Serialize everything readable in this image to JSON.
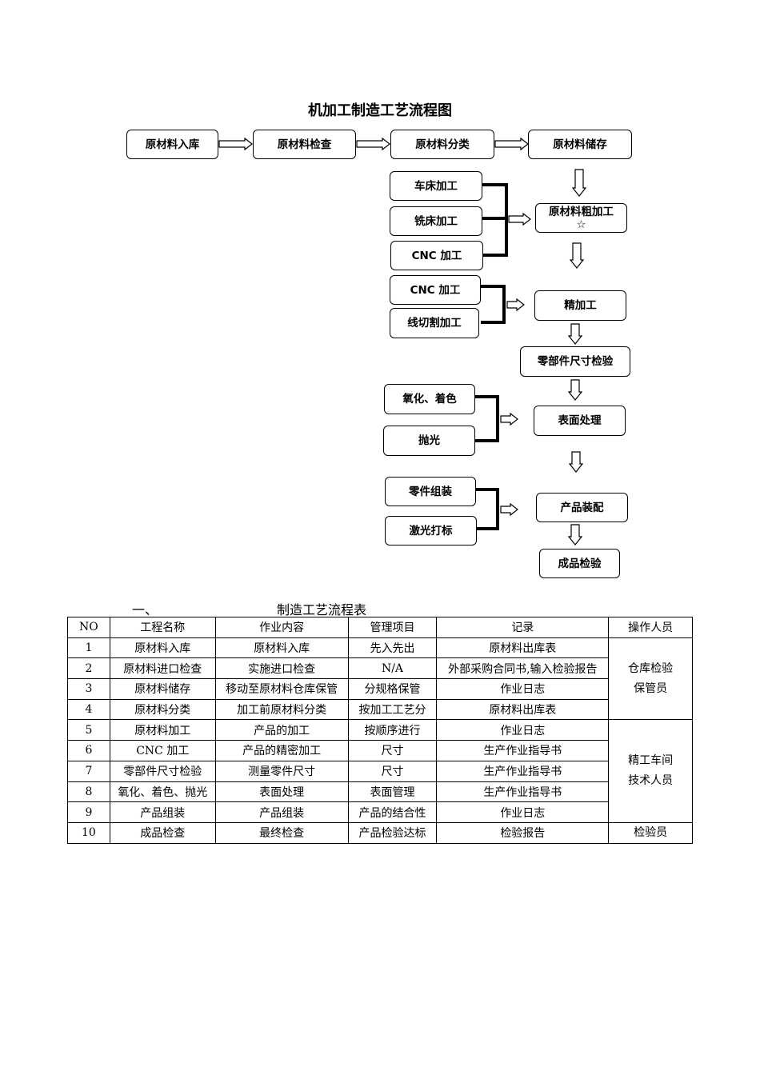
{
  "flowchart": {
    "title": "机加工制造工艺流程图",
    "row1": [
      "原材料入库",
      "原材料检查",
      "原材料分类",
      "原材料储存"
    ],
    "rough_inputs": [
      "车床加工",
      "铣床加工",
      "CNC 加工"
    ],
    "rough": "原材料粗加工",
    "rough_mark": "☆",
    "finish_inputs": [
      "CNC 加工",
      "线切割加工"
    ],
    "finish": "精加工",
    "inspect": "零部件尺寸检验",
    "surface_inputs": [
      "氧化、着色",
      "抛光"
    ],
    "surface": "表面处理",
    "assembly_inputs": [
      "零件组装",
      "激光打标"
    ],
    "assembly": "产品装配",
    "final": "成品检验"
  },
  "section": {
    "number": "一、",
    "title": "制造工艺流程表"
  },
  "table": {
    "headers": [
      "NO",
      "工程名称",
      "作业内容",
      "管理项目",
      "记录",
      "操作人员"
    ],
    "rows": [
      [
        "1",
        "原材料入库",
        "原材料入库",
        "先入先出",
        "原材料出库表"
      ],
      [
        "2",
        "原材料进口检查",
        "实施进口检查",
        "N/A",
        "外部采购合同书,输入检验报告"
      ],
      [
        "3",
        "原材料储存",
        "移动至原材料仓库保管",
        "分规格保管",
        "作业日志"
      ],
      [
        "4",
        "原材料分类",
        "加工前原材料分类",
        "按加工工艺分",
        "原材料出库表"
      ],
      [
        "5",
        "原材料加工",
        "产品的加工",
        "按顺序进行",
        "作业日志"
      ],
      [
        "6",
        "CNC 加工",
        "产品的精密加工",
        "尺寸",
        "生产作业指导书"
      ],
      [
        "7",
        "零部件尺寸检验",
        "测量零件尺寸",
        "尺寸",
        "生产作业指导书"
      ],
      [
        "8",
        "氧化、着色、抛光",
        "表面处理",
        "表面管理",
        "生产作业指导书"
      ],
      [
        "9",
        "产品组装",
        "产品组装",
        "产品的结合性",
        "作业日志"
      ],
      [
        "10",
        "成品检查",
        "最终检查",
        "产品检验达标",
        "检验报告"
      ]
    ],
    "operators": [
      {
        "lines": [
          "仓库检验",
          "保管员"
        ],
        "span": 4
      },
      {
        "lines": [
          "精工车间",
          "技术人员"
        ],
        "span": 5
      },
      {
        "lines": [
          "检验员"
        ],
        "span": 1
      }
    ]
  }
}
